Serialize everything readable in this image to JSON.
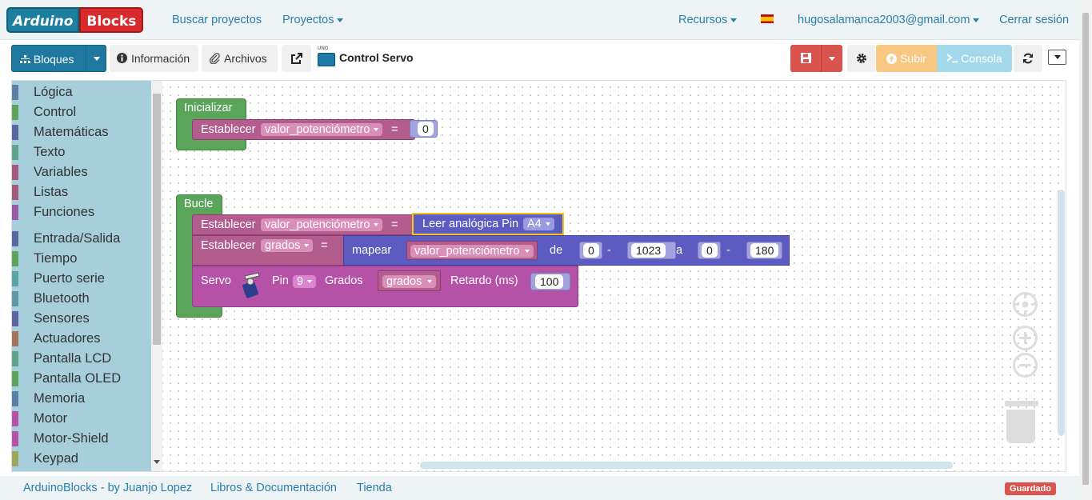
{
  "navbar": {
    "logo_left": "Arduino",
    "logo_right": "Blocks",
    "search_projects": "Buscar proyectos",
    "projects": "Proyectos",
    "resources": "Recursos",
    "user_email": "hugosalamanca2003@gmail.com",
    "logout": "Cerrar sesión"
  },
  "toolbar": {
    "blocks": "Bloques",
    "info": "Información",
    "files": "Archivos",
    "board": "UNO",
    "project_name": "Control Servo",
    "upload": "Subir",
    "console": "Consola"
  },
  "toolbox": {
    "categories": [
      {
        "label": "Lógica",
        "color": "#5b80a5"
      },
      {
        "label": "Control",
        "color": "#5ba55b"
      },
      {
        "label": "Matemáticas",
        "color": "#5b67a5"
      },
      {
        "label": "Texto",
        "color": "#5ba58c"
      },
      {
        "label": "Variables",
        "color": "#a55b80"
      },
      {
        "label": "Listas",
        "color": "#a55b80"
      },
      {
        "label": "Funciones",
        "color": "#995ba5"
      },
      {
        "label": "Entrada/Salida",
        "color": "#5b67a5"
      },
      {
        "label": "Tiempo",
        "color": "#5ba55b"
      },
      {
        "label": "Puerto serie",
        "color": "#5ba5a5"
      },
      {
        "label": "Bluetooth",
        "color": "#5b9aa5"
      },
      {
        "label": "Sensores",
        "color": "#5b67a5"
      },
      {
        "label": "Actuadores",
        "color": "#a5745b"
      },
      {
        "label": "Pantalla LCD",
        "color": "#5ba58c"
      },
      {
        "label": "Pantalla OLED",
        "color": "#5ba55b"
      },
      {
        "label": "Memoria",
        "color": "#5b80a5"
      },
      {
        "label": "Motor",
        "color": "#b651a8"
      },
      {
        "label": "Motor-Shield",
        "color": "#b651a8"
      },
      {
        "label": "Keypad",
        "color": "#9fa55b"
      }
    ]
  },
  "blocks": {
    "init": {
      "title": "Inicializar",
      "set_label": "Establecer",
      "var": "valor_potenciómetro",
      "eq": "=",
      "value": "0"
    },
    "loop": {
      "title": "Bucle",
      "set1_label": "Establecer",
      "set1_var": "valor_potenciómetro",
      "set1_eq": "=",
      "read_label": "Leer analógica Pin",
      "read_pin": "A4",
      "set2_label": "Establecer",
      "set2_var": "grados",
      "set2_eq": "=",
      "map_label": "mapear",
      "map_var": "valor_potenciómetro",
      "map_de": "de",
      "map_from_low": "0",
      "map_dash1": "-",
      "map_from_high": "1023",
      "map_a": "a",
      "map_to_low": "0",
      "map_dash2": "-",
      "map_to_high": "180",
      "servo_label": "Servo",
      "servo_pin_label": "Pin",
      "servo_pin": "9",
      "servo_deg_label": "Grados",
      "servo_deg_var": "grados",
      "servo_delay_label": "Retardo (ms)",
      "servo_delay": "100"
    }
  },
  "footer": {
    "brand": "ArduinoBlocks - by Juanjo Lopez",
    "books": "Libros & Documentación",
    "shop": "Tienda",
    "status": "Guardado"
  }
}
